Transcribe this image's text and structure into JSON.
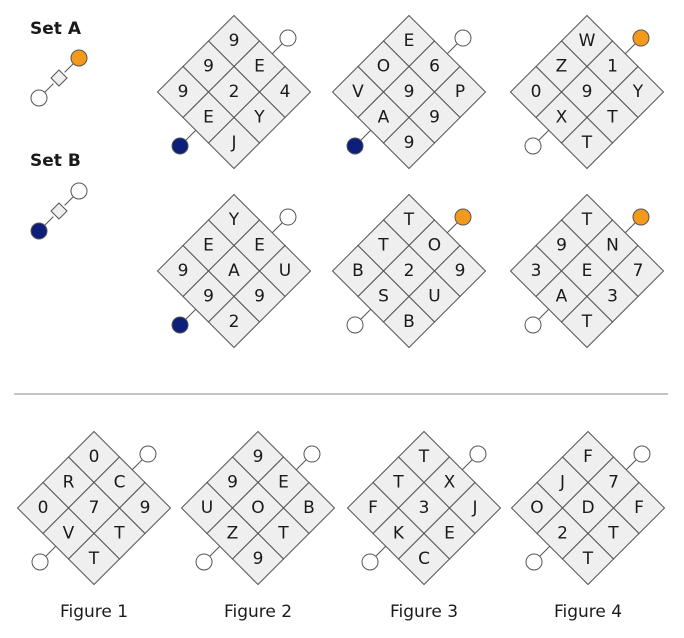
{
  "colors": {
    "orange": "#f39a1b",
    "navy": "#0d1f7a",
    "white": "#ffffff",
    "cell": "#efefef"
  },
  "set_labels": {
    "a": "Set A",
    "b": "Set B"
  },
  "legends": {
    "a": {
      "top": "orange",
      "bottom": "white"
    },
    "b": {
      "top": "white",
      "bottom": "navy"
    }
  },
  "set_a": [
    {
      "cells": [
        "9",
        "E",
        "4",
        "9",
        "2",
        "Y",
        "9",
        "E",
        "J"
      ],
      "top": "white",
      "bottom": "navy"
    },
    {
      "cells": [
        "E",
        "6",
        "P",
        "O",
        "9",
        "9",
        "V",
        "A",
        "9"
      ],
      "top": "white",
      "bottom": "navy"
    },
    {
      "cells": [
        "W",
        "1",
        "Y",
        "Z",
        "9",
        "T",
        "0",
        "X",
        "T"
      ],
      "top": "orange",
      "bottom": "white"
    }
  ],
  "set_b": [
    {
      "cells": [
        "Y",
        "E",
        "U",
        "E",
        "A",
        "9",
        "9",
        "9",
        "2"
      ],
      "top": "white",
      "bottom": "navy"
    },
    {
      "cells": [
        "T",
        "O",
        "9",
        "T",
        "2",
        "U",
        "B",
        "S",
        "B"
      ],
      "top": "orange",
      "bottom": "white"
    },
    {
      "cells": [
        "T",
        "N",
        "7",
        "9",
        "E",
        "3",
        "3",
        "A",
        "T"
      ],
      "top": "orange",
      "bottom": "white"
    }
  ],
  "figures": [
    {
      "label": "Figure 1",
      "cells": [
        "0",
        "C",
        "9",
        "R",
        "7",
        "T",
        "0",
        "V",
        "T"
      ],
      "top": "white",
      "bottom": "white"
    },
    {
      "label": "Figure 2",
      "cells": [
        "9",
        "E",
        "B",
        "9",
        "O",
        "T",
        "U",
        "Z",
        "9"
      ],
      "top": "white",
      "bottom": "white"
    },
    {
      "label": "Figure 3",
      "cells": [
        "T",
        "X",
        "J",
        "T",
        "3",
        "E",
        "F",
        "K",
        "C"
      ],
      "top": "white",
      "bottom": "white"
    },
    {
      "label": "Figure 4",
      "cells": [
        "F",
        "7",
        "F",
        "J",
        "D",
        "T",
        "O",
        "2",
        "T"
      ],
      "top": "white",
      "bottom": "white"
    }
  ]
}
